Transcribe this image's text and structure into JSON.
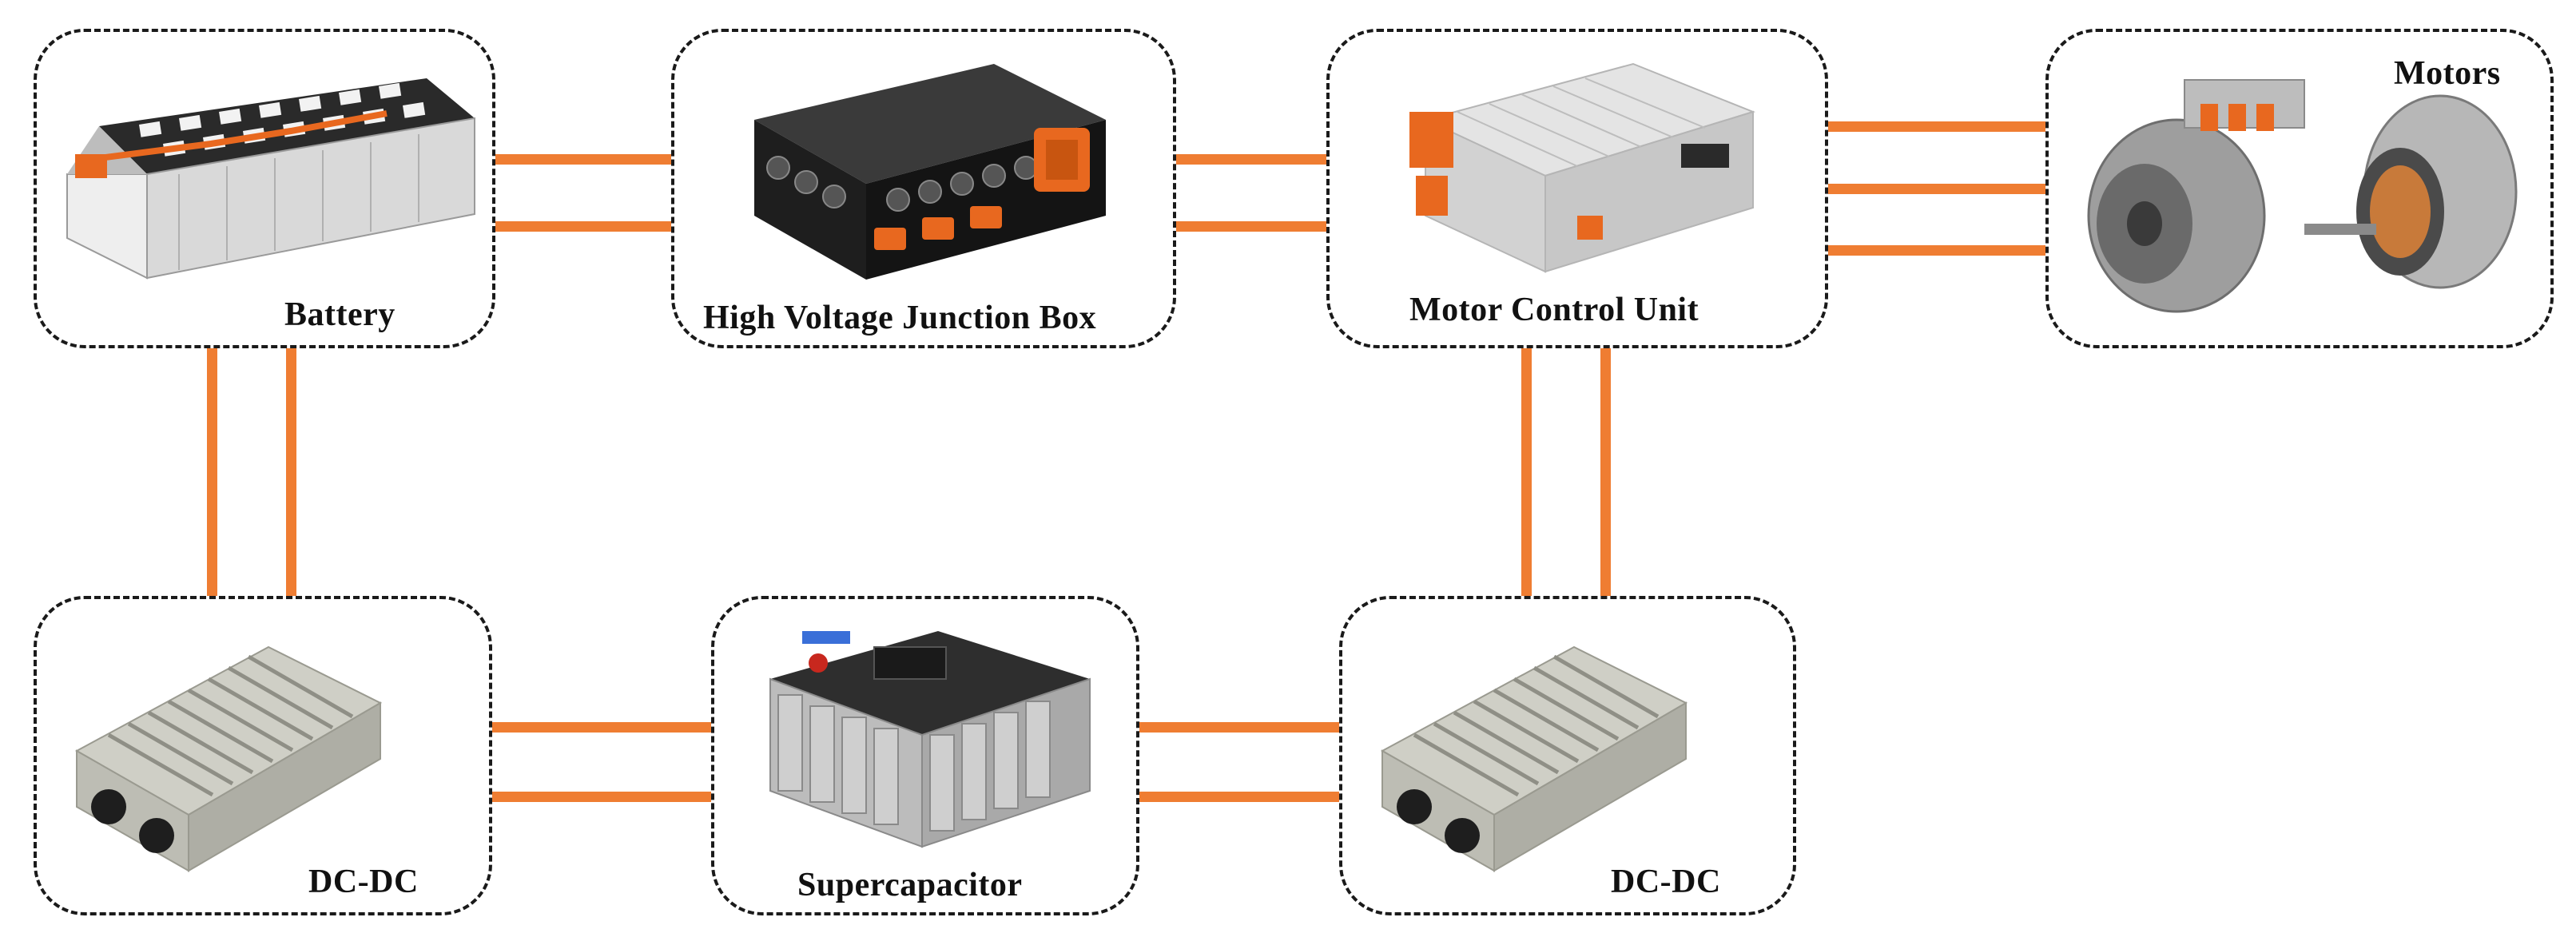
{
  "components": {
    "battery": {
      "label": "Battery",
      "icon": "battery-pack-icon"
    },
    "junction_box": {
      "label": "High Voltage Junction Box",
      "icon": "junction-box-icon"
    },
    "motor_control": {
      "label": "Motor Control Unit",
      "icon": "motor-controller-icon"
    },
    "motors": {
      "label": "Motors",
      "icon": "electric-motor-icon"
    },
    "dcdc_left": {
      "label": "DC-DC",
      "icon": "dc-dc-converter-icon"
    },
    "supercapacitor": {
      "label": "Supercapacitor",
      "icon": "supercapacitor-icon"
    },
    "dcdc_right": {
      "label": "DC-DC",
      "icon": "dc-dc-converter-icon"
    }
  },
  "connections": [
    {
      "from": "Battery",
      "to": "High Voltage Junction Box",
      "lines": 2
    },
    {
      "from": "High Voltage Junction Box",
      "to": "Motor Control Unit",
      "lines": 2
    },
    {
      "from": "Motor Control Unit",
      "to": "Motors",
      "lines": 3
    },
    {
      "from": "Battery",
      "to": "DC-DC",
      "lines": 2
    },
    {
      "from": "DC-DC",
      "to": "Supercapacitor",
      "lines": 2
    },
    {
      "from": "Supercapacitor",
      "to": "DC-DC",
      "lines": 2
    },
    {
      "from": "Motor Control Unit",
      "to": "DC-DC",
      "lines": 2
    }
  ],
  "colors": {
    "wire": "#ef7d32",
    "border": "#1a1a1a",
    "accent_orange": "#e8681f"
  }
}
